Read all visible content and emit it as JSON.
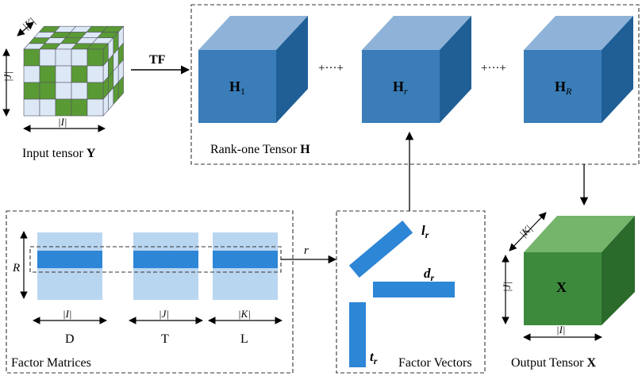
{
  "colors": {
    "cube_front": "#3a7db8",
    "cube_top": "#8fb3d8",
    "cube_side": "#1f5f96",
    "green_front": "#3d8a3d",
    "green_top": "#74b56b",
    "green_side": "#2a6a2b",
    "bar_light": "#b9d6f1",
    "bar_dark": "#2e86d6",
    "grid_green": "#5a9a34",
    "grid_light": "#dce8f6"
  },
  "input": {
    "caption_text": "Input tensor ",
    "caption_symbol": "Y",
    "dim_i": "|I|",
    "dim_j": "|J|",
    "dim_k": "|K|"
  },
  "tf": {
    "label": "TF"
  },
  "rank_one": {
    "caption_text": "Rank-one Tensor ",
    "caption_symbol": "H",
    "cubes": [
      {
        "base": "H",
        "sub": "1",
        "sub_italic": false
      },
      {
        "base": "H",
        "sub": "r",
        "sub_italic": true
      },
      {
        "base": "H",
        "sub": "R",
        "sub_italic": true
      }
    ],
    "ellipsis": "+···+"
  },
  "factor_matrices": {
    "caption": "Factor Matrices",
    "r_label": "R",
    "selected_label": "r",
    "matrices": [
      {
        "dim": "|I|",
        "name": "D"
      },
      {
        "dim": "|J|",
        "name": "T"
      },
      {
        "dim": "|K|",
        "name": "L"
      }
    ]
  },
  "factor_vectors": {
    "caption": "Factor Vectors",
    "l_label": "l",
    "d_label": "d",
    "t_label": "t",
    "sub": "r"
  },
  "output": {
    "caption_text": "Output Tensor ",
    "caption_symbol": "X",
    "cube_label": "X",
    "dim_i": "|I|",
    "dim_j": "|J|",
    "dim_k": "|K|"
  }
}
